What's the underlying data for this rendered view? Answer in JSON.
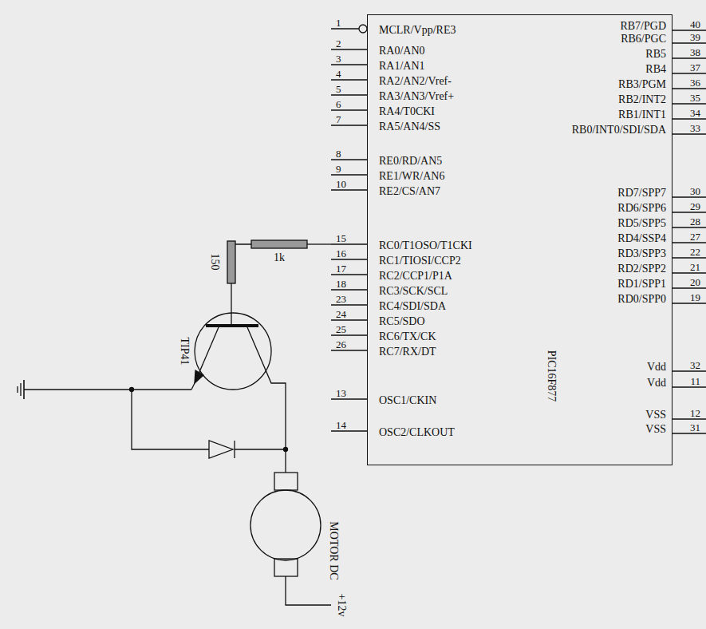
{
  "diagram": {
    "nodes": [
      {
        "text": [
          "PIC16F877"
        ]
      }
    ],
    "labels": [
      "1",
      "MCLR/Vpp/RE3",
      "2",
      "RA0/AN0",
      "3",
      "RA1/AN1",
      "4",
      "RA2/AN2/Vref-",
      "5",
      "RA3/AN3/Vref+",
      "6",
      "RA4/T0CKI",
      "7",
      "RA5/AN4/SS",
      "8",
      "RE0/RD/AN5",
      "9",
      "RE1/WR/AN6",
      "10",
      "RE2/CS/AN7",
      "15",
      "RC0/T1OSO/T1CKI",
      "16",
      "RC1/TIOSI/CCP2",
      "17",
      "RC2/CCP1/P1A",
      "18",
      "RC3/SCK/SCL",
      "23",
      "RC4/SDI/SDA",
      "24",
      "RC5/SDO",
      "25",
      "RC6/TX/CK",
      "26",
      "RC7/RX/DT",
      "13",
      "OSC1/CKIN",
      "14",
      "OSC2/CLKOUT",
      "40",
      "RB7/PGD",
      "39",
      "RB6/PGC",
      "38",
      "RB5",
      "37",
      "RB4",
      "36",
      "RB3/PGM",
      "35",
      "RB2/INT2",
      "34",
      "RB1/INT1",
      "33",
      "RB0/INT0/SDI/SDA",
      "30",
      "RD7/SPP7",
      "29",
      "RD6/SPP6",
      "28",
      "RD5/SPP5",
      "27",
      "RD4/SSP4",
      "22",
      "RD3/SPP3",
      "21",
      "RD2/SPP2",
      "20",
      "RD1/SPP1",
      "19",
      "RD0/SPP0",
      "32",
      "Vdd",
      "11",
      "Vdd",
      "12",
      "VSS",
      "31",
      "VSS",
      "1k",
      "150",
      "TIP41",
      "MOTOR DC",
      "+12v"
    ]
  }
}
